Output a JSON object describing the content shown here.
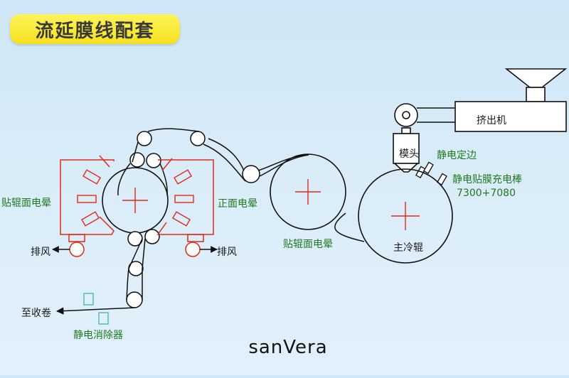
{
  "title": "流延膜线配套",
  "labels": {
    "extruder": "挤出机",
    "die": "模头",
    "static_edge": "静电定边",
    "static_bar": "静电贴膜充电棒",
    "static_bar_model": "7300+7080",
    "chill_roll": "主冷辊",
    "corona_roll_left": "贴辊面电晕",
    "corona_front": "正面电晕",
    "corona_roll_mid": "贴辊面电晕",
    "exhaust_left": "排风",
    "exhaust_right": "排风",
    "to_winder": "至收卷",
    "static_eliminator": "静电消除器"
  },
  "brand": "sanVera",
  "colors": {
    "line": "#111111",
    "corona": "#e02a1a",
    "eliminator": "#4fb6b0",
    "label_green": "#1f7a1f",
    "title_bg": "#f7e62a"
  }
}
